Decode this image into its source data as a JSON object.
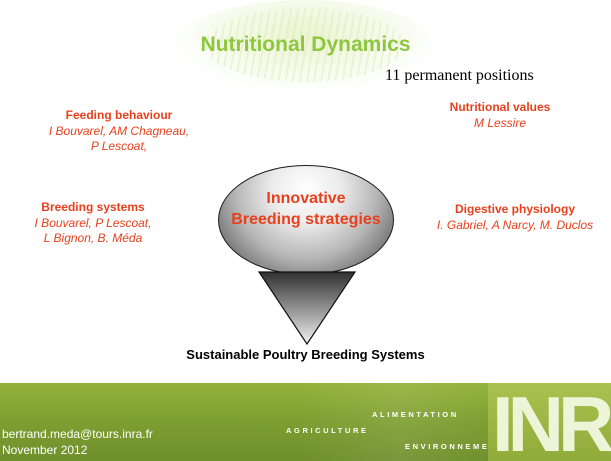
{
  "slide": {
    "title": "Nutritional Dynamics",
    "positions": "11 permanent positions",
    "feeding": {
      "heading": "Feeding behaviour",
      "names": [
        "I Bouvarel, AM Chagneau,",
        "P Lescoat,"
      ]
    },
    "breeding": {
      "heading": "Breeding systems",
      "names": [
        "I Bouvarel, P Lescoat,",
        "L Bignon, B. Méda"
      ]
    },
    "nutritional": {
      "heading": "Nutritional values",
      "names": [
        "M Lessire"
      ]
    },
    "digestive": {
      "heading": "Digestive physiology",
      "names": [
        "I. Gabriel, A Narcy, M. Duclos"
      ]
    },
    "center": [
      "Innovative",
      "Breeding strategies"
    ],
    "bottom_label": "Sustainable Poultry Breeding Systems"
  },
  "footer": {
    "email": "bertrand.meda@tours.inra.fr",
    "date": "November 2012",
    "tag_alimentation": "ALIMENTATION",
    "tag_agriculture": "AGRICULTURE",
    "tag_environnement": "ENVIRONNEMENT",
    "logo_text": "INRA"
  },
  "colors": {
    "title": "#8dc63f",
    "accent": "#e8401c",
    "footer_green": "#7fa032"
  }
}
